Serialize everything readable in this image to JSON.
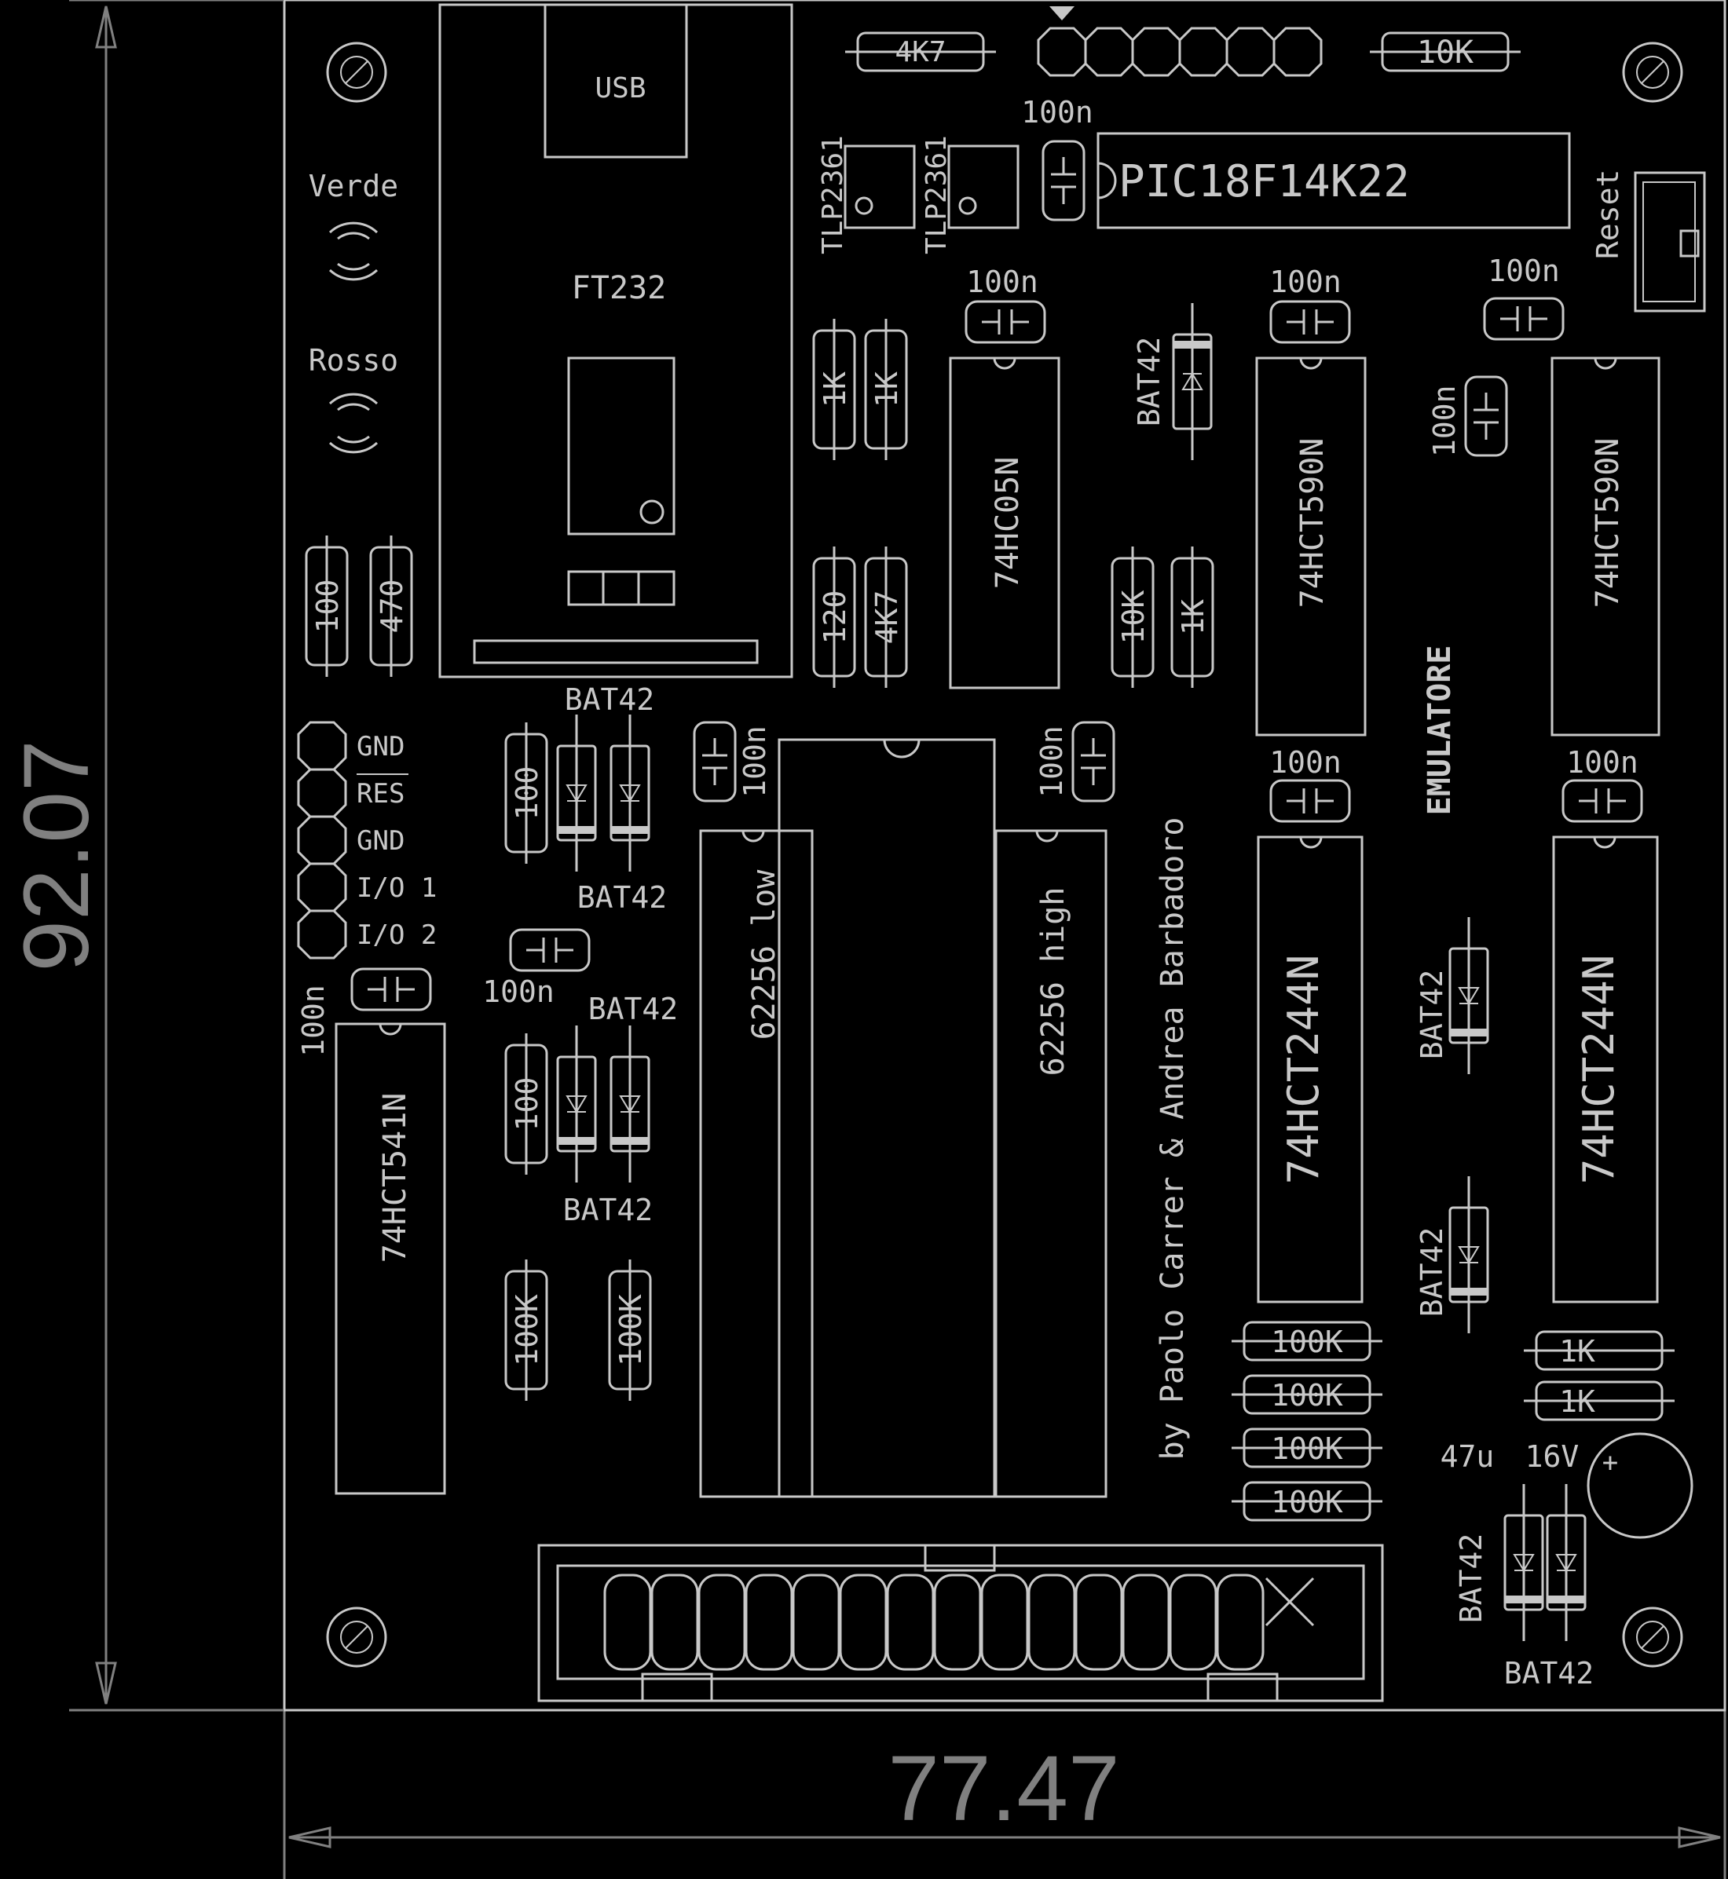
{
  "dimensions": {
    "height_mm": "92.07",
    "width_mm": "77.47"
  },
  "modules": {
    "ft232": "FT232",
    "usb": "USB"
  },
  "leds": {
    "green": "Verde",
    "red": "Rosso"
  },
  "resistors": {
    "r_4k7_top": "4K7",
    "r_10k_top": "10K",
    "r_100_left": "100",
    "r_470": "470",
    "r_1k_a": "1K",
    "r_1k_b": "1K",
    "r_120": "120",
    "r_4k7_v": "4K7",
    "r_10k_mid": "10K",
    "r_1k_mid": "1K",
    "r_100_a": "100",
    "r_100_b": "100",
    "r_100k_a": "100K",
    "r_100k_b": "100K",
    "r_100k_h1": "100K",
    "r_100k_h2": "100K",
    "r_100k_h3": "100K",
    "r_100k_h4": "100K",
    "r_1k_h1": "1K",
    "r_1k_h2": "1K"
  },
  "capacitors": {
    "c_pic": "100n",
    "c_hc05": "100n",
    "c_590a": "100n",
    "c_590b": "100n",
    "c_vert": "100n",
    "c_ram_low": "100n",
    "c_ram_high": "100n",
    "c_244a": "100n",
    "c_244b": "100n",
    "c_mid": "100n",
    "c_541": "100n",
    "electrolytic_value": "47u",
    "electrolytic_voltage": "16V",
    "electrolytic_plus": "+"
  },
  "diodes": {
    "d_top": "BAT42",
    "d_pair1_top": "BAT42",
    "d_pair1_bottom": "BAT42",
    "d_pair2_top": "BAT42",
    "d_pair2_bottom": "BAT42",
    "d_right1": "BAT42",
    "d_right2": "BAT42",
    "d_bottom_left": "BAT42",
    "d_bottom_right": "BAT42"
  },
  "ics": {
    "pic": "PIC18F14K22",
    "opto1": "TLP2361",
    "opto2": "TLP2361",
    "hc05": "74HC05N",
    "hct590_a": "74HCT590N",
    "hct590_b": "74HCT590N",
    "ram_low": "62256 low",
    "ram_high": "62256 high",
    "hct244_a": "74HCT244N",
    "hct244_b": "74HCT244N",
    "hct541": "74HCT541N"
  },
  "connector_pins": [
    "GND",
    "RES",
    "GND",
    "I/O 1",
    "I/O 2"
  ],
  "labels": {
    "reset": "Reset",
    "emulatore": "EMULATORE",
    "credits": "by Paolo Carrer & Andrea Barbadoro"
  }
}
